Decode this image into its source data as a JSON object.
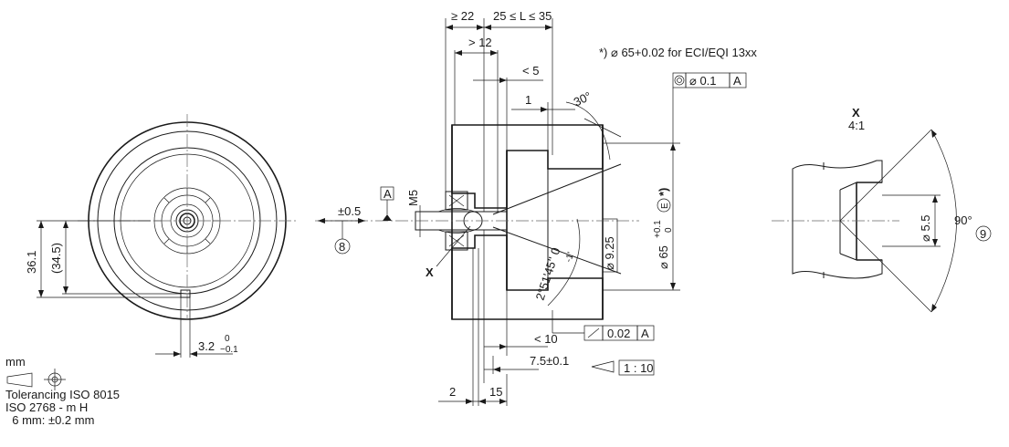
{
  "note_ecn": "*) ⌀ 65+0.02 for ECI/EQI 13xx",
  "dims": {
    "d_ge22": "≥ 22",
    "d_L": "25 ≤ L ≤ 35",
    "d_gt12": "> 12",
    "d_lt5": "< 5",
    "d_1": "1",
    "d_30": "30°",
    "d_pm05": "±0.5",
    "d_m5": "M5",
    "d_9_25": "⌀ 9.25",
    "d_65": "⌀ 65",
    "d_65_tol_up": "+0.1",
    "d_65_tol_lo": "0",
    "d_65_star": "*)",
    "d_angle": "2°51'45'' 0",
    "d_angle_tol": "-1'",
    "d_36_1": "36.1",
    "d_34_5": "(34.5)",
    "d_3_2": "3.2",
    "d_3_2_up": "0",
    "d_3_2_lo": "−0.1",
    "d_lt10": "< 10",
    "d_7_5": "7.5±0.1",
    "d_2": "2",
    "d_15": "15",
    "d_5_5": "⌀ 5.5",
    "d_90": "90°"
  },
  "tolerance_frames": {
    "concentricity_value": "⌀ 0.1",
    "concentricity_datum": "A",
    "runout_value": "0.02",
    "runout_datum": "A",
    "taper": "1 : 10",
    "datum_label": "A",
    "envelope": "E"
  },
  "labels": {
    "x_mark": "X",
    "detail_title": "X",
    "detail_scale": "4:1",
    "circle_8": "8",
    "circle_9": "9"
  },
  "notes": {
    "unit": "mm",
    "line1": "Tolerancing ISO 8015",
    "line2": "ISO 2768 - m H",
    "line3": "  6 mm: ±0.2 mm"
  }
}
